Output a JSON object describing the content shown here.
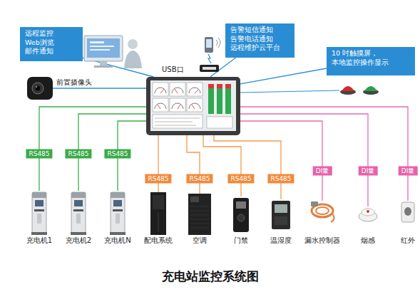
{
  "diagram": {
    "caption": "充电站监控系统图",
    "nodes": [
      {
        "text": [
          "远程监控",
          "Web浏览",
          "邮件通知"
        ]
      },
      {
        "text": [
          "告警短信通知",
          "告警电话通知",
          "远程维护云平台"
        ]
      },
      {
        "text": [
          "10 吋触摸屏，",
          "本地监控操作显示"
        ]
      },
      {
        "text": [
          "前置摄像头"
        ]
      },
      {
        "text": [
          "USB口"
        ]
      },
      {
        "text": [
          "充电机1"
        ]
      },
      {
        "text": [
          "充电机2"
        ]
      },
      {
        "text": [
          "充电机N"
        ]
      },
      {
        "text": [
          "配电系统"
        ]
      },
      {
        "text": [
          "空调"
        ]
      },
      {
        "text": [
          "门禁"
        ]
      },
      {
        "text": [
          "温湿度"
        ]
      },
      {
        "text": [
          "漏水控制器"
        ]
      },
      {
        "text": [
          "烟感"
        ]
      },
      {
        "text": [
          "红外"
        ]
      }
    ],
    "edges": [
      {
        "from": 4,
        "to": 0,
        "arrow": "none"
      },
      {
        "from": 4,
        "to": 1,
        "arrow": "none"
      },
      {
        "from": 4,
        "to": 2,
        "arrow": "none"
      },
      {
        "from": 4,
        "to": 3,
        "arrow": "none"
      },
      {
        "from": 4,
        "to": 5,
        "label": "RS485",
        "arrow": "none"
      },
      {
        "from": 4,
        "to": 6,
        "label": "RS485",
        "arrow": "none"
      },
      {
        "from": 4,
        "to": 7,
        "label": "RS485",
        "arrow": "none"
      },
      {
        "from": 4,
        "to": 8,
        "label": "RS485",
        "arrow": "none"
      },
      {
        "from": 4,
        "to": 9,
        "label": "RS485",
        "arrow": "none"
      },
      {
        "from": 4,
        "to": 10,
        "label": "RS485",
        "arrow": "none"
      },
      {
        "from": 4,
        "to": 11,
        "label": "RS485",
        "arrow": "none"
      },
      {
        "from": 4,
        "to": 12,
        "label": "DI量",
        "arrow": "none"
      },
      {
        "from": 4,
        "to": 13,
        "label": "DI量",
        "arrow": "none"
      },
      {
        "from": 4,
        "to": 14,
        "label": "DI量",
        "arrow": "none"
      }
    ]
  }
}
